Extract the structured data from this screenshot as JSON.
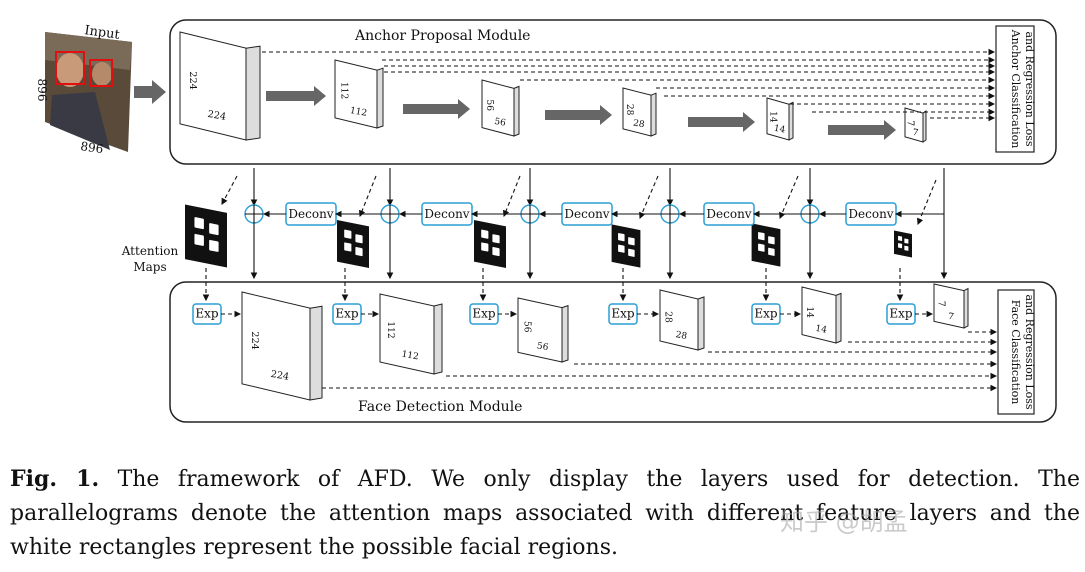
{
  "figure": {
    "input_label": "Input",
    "input_width": "896",
    "input_height": "896",
    "anchor_module_title": "Anchor Proposal Module",
    "face_module_title": "Face Detection Module",
    "anchor_loss_line1": "Anchor Classification",
    "anchor_loss_line2": "and Regression Loss",
    "face_loss_line1": "Face Classification",
    "face_loss_line2": "and Regression Loss",
    "attention_label_line1": "Attention",
    "attention_label_line2": "Maps",
    "deconv_label": "Deconv",
    "exp_label": "Exp",
    "layer_sizes": [
      "224",
      "112",
      "56",
      "28",
      "14",
      "7"
    ]
  },
  "caption": {
    "prefix": "Fig. 1.",
    "text": " The framework of AFD. We only display the layers used for detection. The parallelograms denote the attention maps associated with different feature layers and the white rectangles represent the possible facial regions."
  },
  "watermark": "知乎 @胡孟",
  "colors": {
    "box_border": "#2a9fd6",
    "arrow_gray": "#666666"
  }
}
